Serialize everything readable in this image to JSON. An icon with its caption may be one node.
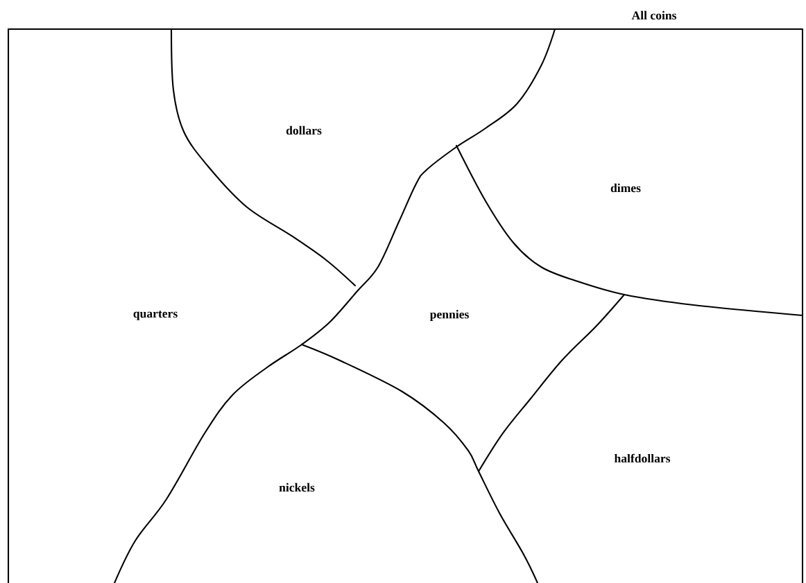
{
  "diagram": {
    "nodes": [
      {
        "text": [
          "All coins"
        ]
      },
      {
        "text": [
          "dollars"
        ],
        "in": 0
      },
      {
        "text": [
          "dimes"
        ],
        "in": 0
      },
      {
        "text": [
          "quarters"
        ],
        "in": 0
      },
      {
        "text": [
          "pennies"
        ],
        "in": 0
      },
      {
        "text": [
          "nickels"
        ],
        "in": 0
      },
      {
        "text": [
          "halfdollars"
        ],
        "in": 0
      }
    ]
  }
}
